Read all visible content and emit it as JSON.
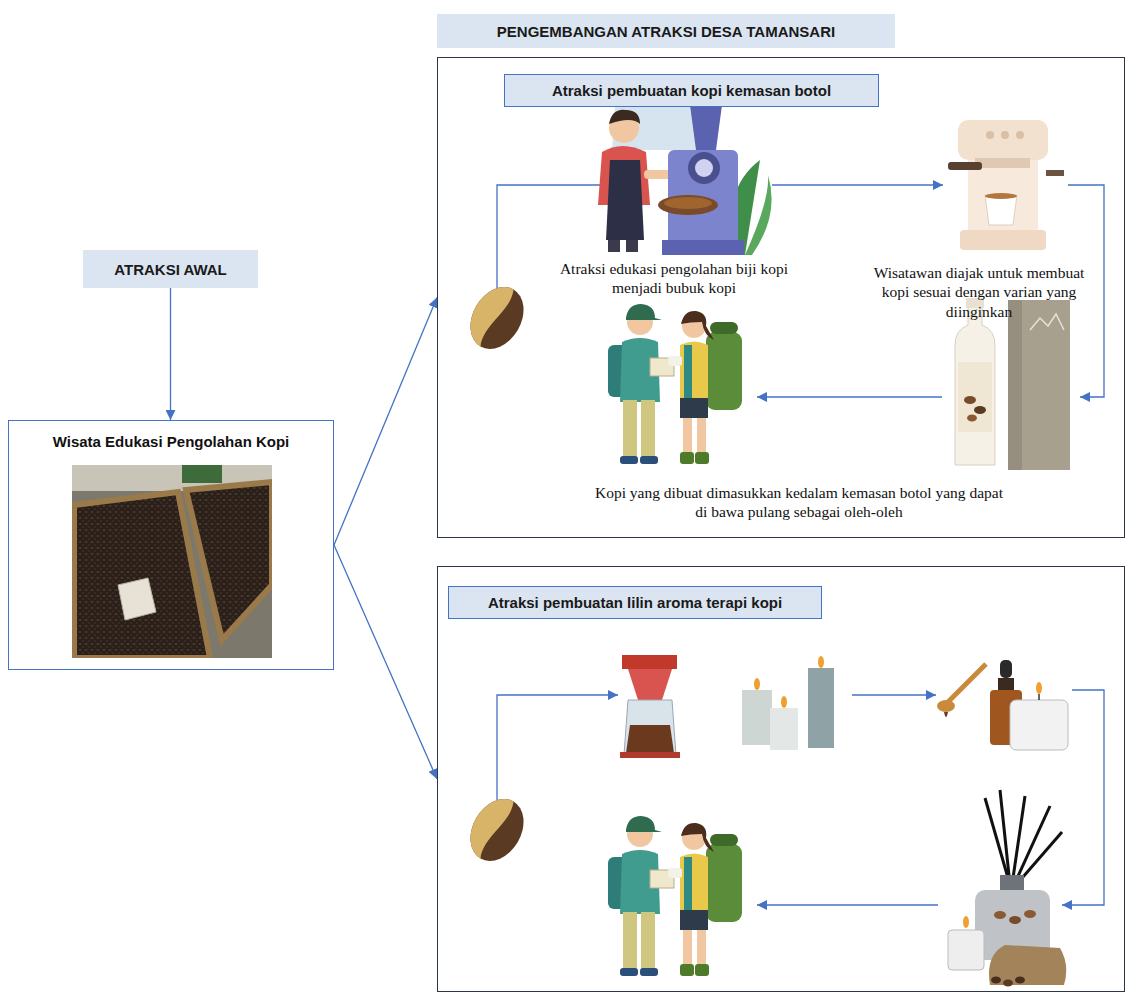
{
  "diagram": {
    "title": "PENGEMBANGAN ATRAKSI DESA TAMANSARI",
    "nodes": [
      {
        "text": [
          "ATRAKSI AWAL"
        ]
      },
      {
        "text": [
          "Wisata Edukasi Pengolahan Kopi"
        ]
      },
      {
        "text": [
          "Atraksi edukasi pengolahan biji kopi menjadi bubuk kopi",
          "Wisatawan diajak untuk membuat kopi sesuai dengan varian yang diinginkan",
          "Kopi yang dibuat dimasukkan kedalam kemasan botol yang dapat di bawa pulang sebagai oleh-oleh"
        ]
      },
      {
        "text": [
          "Atraksi pembuatan kopi kemasan botol"
        ],
        "in": 2
      },
      {
        "text": []
      },
      {
        "text": [
          "Atraksi pembuatan lilin aroma terapi kopi"
        ],
        "in": 4
      }
    ],
    "edges": [
      {
        "from": 0,
        "to": 1,
        "arrow": "to"
      },
      {
        "from": 1,
        "to": 2,
        "arrow": "to"
      },
      {
        "from": 1,
        "to": 4,
        "arrow": "to"
      }
    ]
  }
}
